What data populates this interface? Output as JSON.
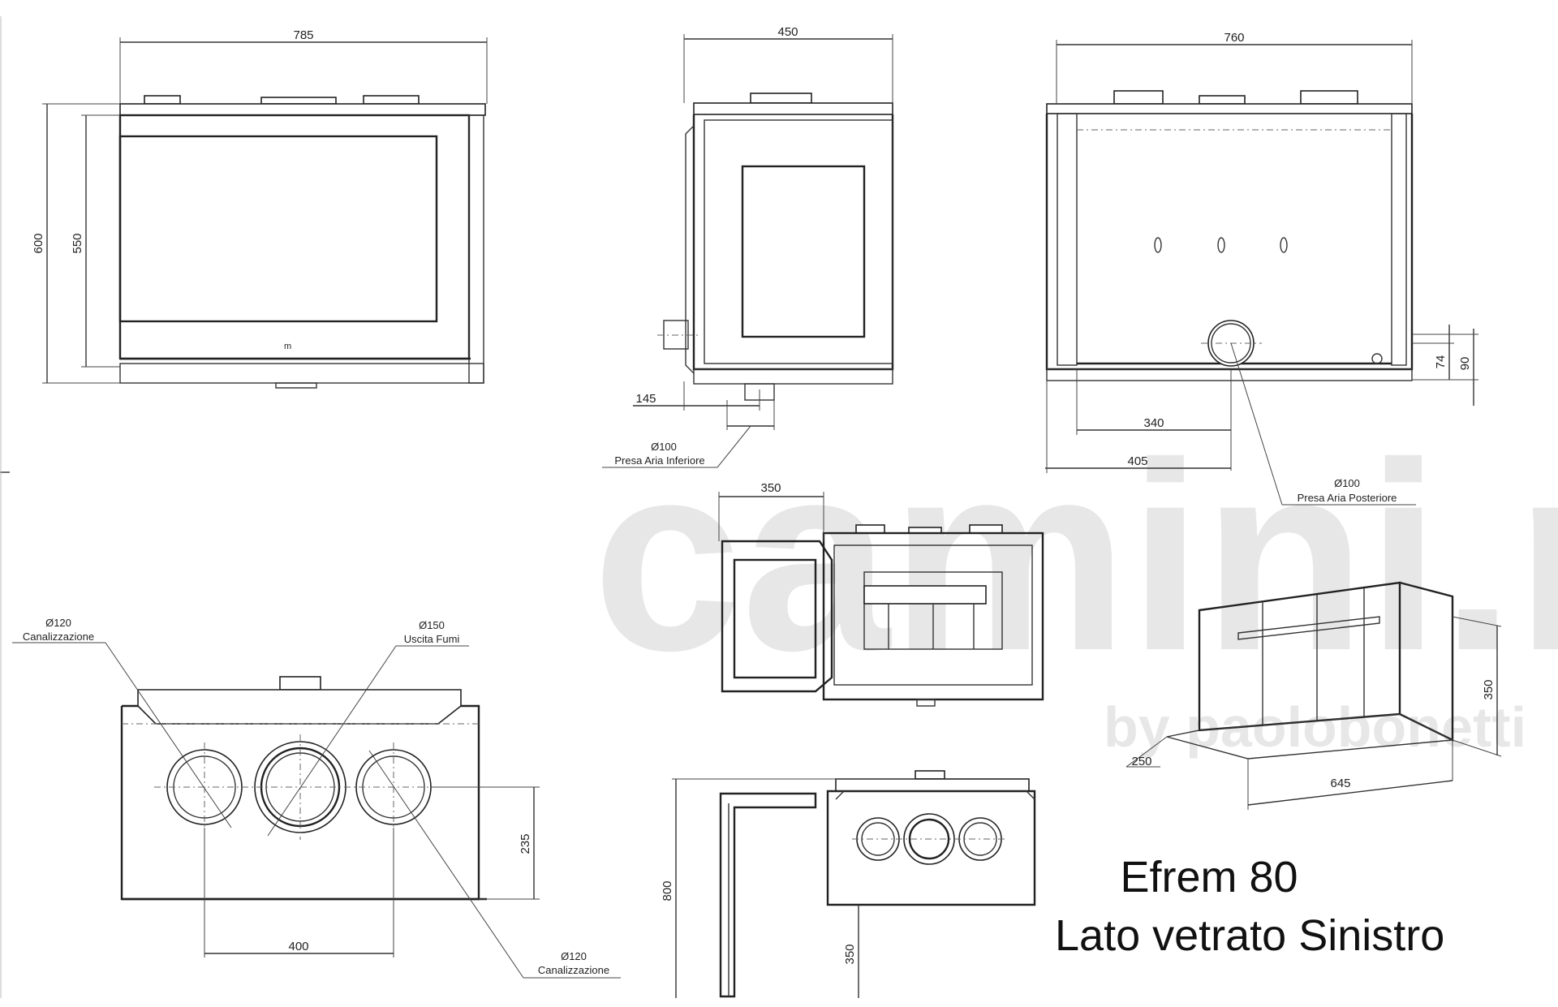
{
  "drawing": {
    "views": {
      "front": {
        "width": "785",
        "height_outer": "600",
        "height_inner": "550"
      },
      "side": {
        "depth": "450",
        "inlet_offset": "145"
      },
      "rear": {
        "width": "760",
        "pos_x_inner": "340",
        "pos_x_outer": "405",
        "pos_y_inner": "74",
        "pos_y_outer": "90"
      },
      "top": {
        "spacing": "400",
        "depth": "235"
      },
      "section_top": {
        "door_width": "350"
      },
      "side_section": {
        "height": "800",
        "offset": "350"
      },
      "base_tray": {
        "width": "645",
        "height": "350",
        "offset": "250"
      }
    },
    "callouts": {
      "inlet_bottom_dia": "Ø100",
      "inlet_bottom_label": "Presa Aria Inferiore",
      "inlet_rear_dia": "Ø100",
      "inlet_rear_label": "Presa Aria Posteriore",
      "duct_left_dia": "Ø120",
      "duct_left_label": "Canalizzazione",
      "flue_dia": "Ø150",
      "flue_label": "Uscita Fumi",
      "duct_right_dia": "Ø120",
      "duct_right_label": "Canalizzazione"
    },
    "watermark": {
      "main": "camini.net",
      "sub": "by paolobonetti"
    }
  },
  "caption": {
    "line1": "Efrem 80",
    "line2": "Lato vetrato Sinistro"
  }
}
